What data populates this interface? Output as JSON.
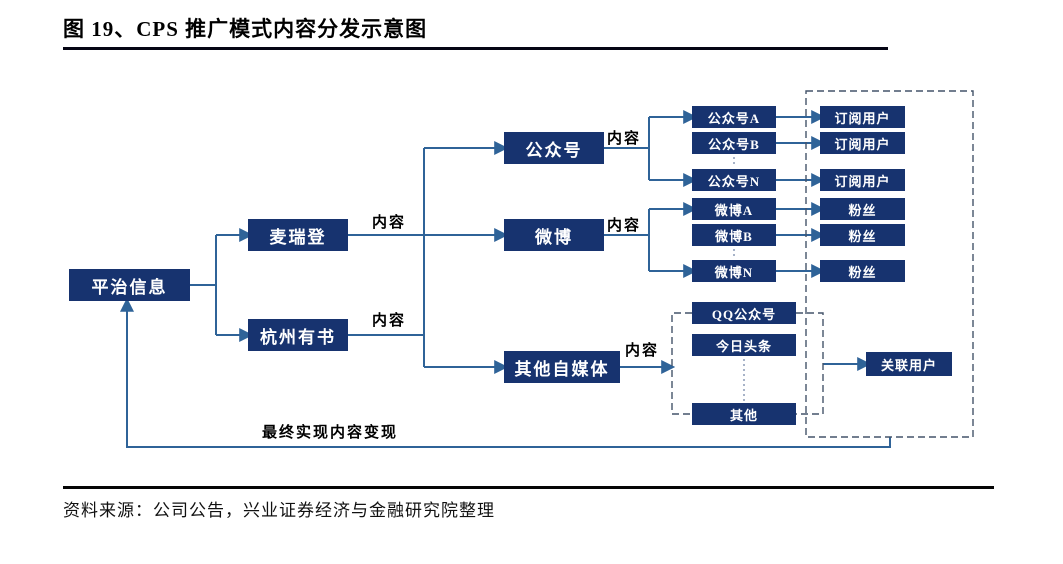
{
  "figure": {
    "title": "图 19、CPS 推广模式内容分发示意图",
    "source": "资料来源：公司公告，兴业证券经济与金融研究院整理"
  },
  "labels": {
    "content": "内容",
    "monetization": "最终实现内容变现"
  },
  "nodes": {
    "pingzhi": "平治信息",
    "mairuideng": "麦瑞登",
    "hangzhou_youshu": "杭州有书",
    "official_accounts": "公众号",
    "weibo": "微博",
    "other_self_media": "其他自媒体",
    "official_a": "公众号A",
    "official_b": "公众号B",
    "official_n": "公众号N",
    "weibo_a": "微博A",
    "weibo_b": "微博B",
    "weibo_n": "微博N",
    "qq_official": "QQ公众号",
    "toutiao": "今日头条",
    "others": "其他",
    "subscribers": "订阅用户",
    "fans": "粉丝",
    "related_users": "关联用户"
  },
  "colors": {
    "node_fill": "#17336F",
    "connector": "#2F6398",
    "dashed_border": "#44546A",
    "rule": "#050505"
  }
}
